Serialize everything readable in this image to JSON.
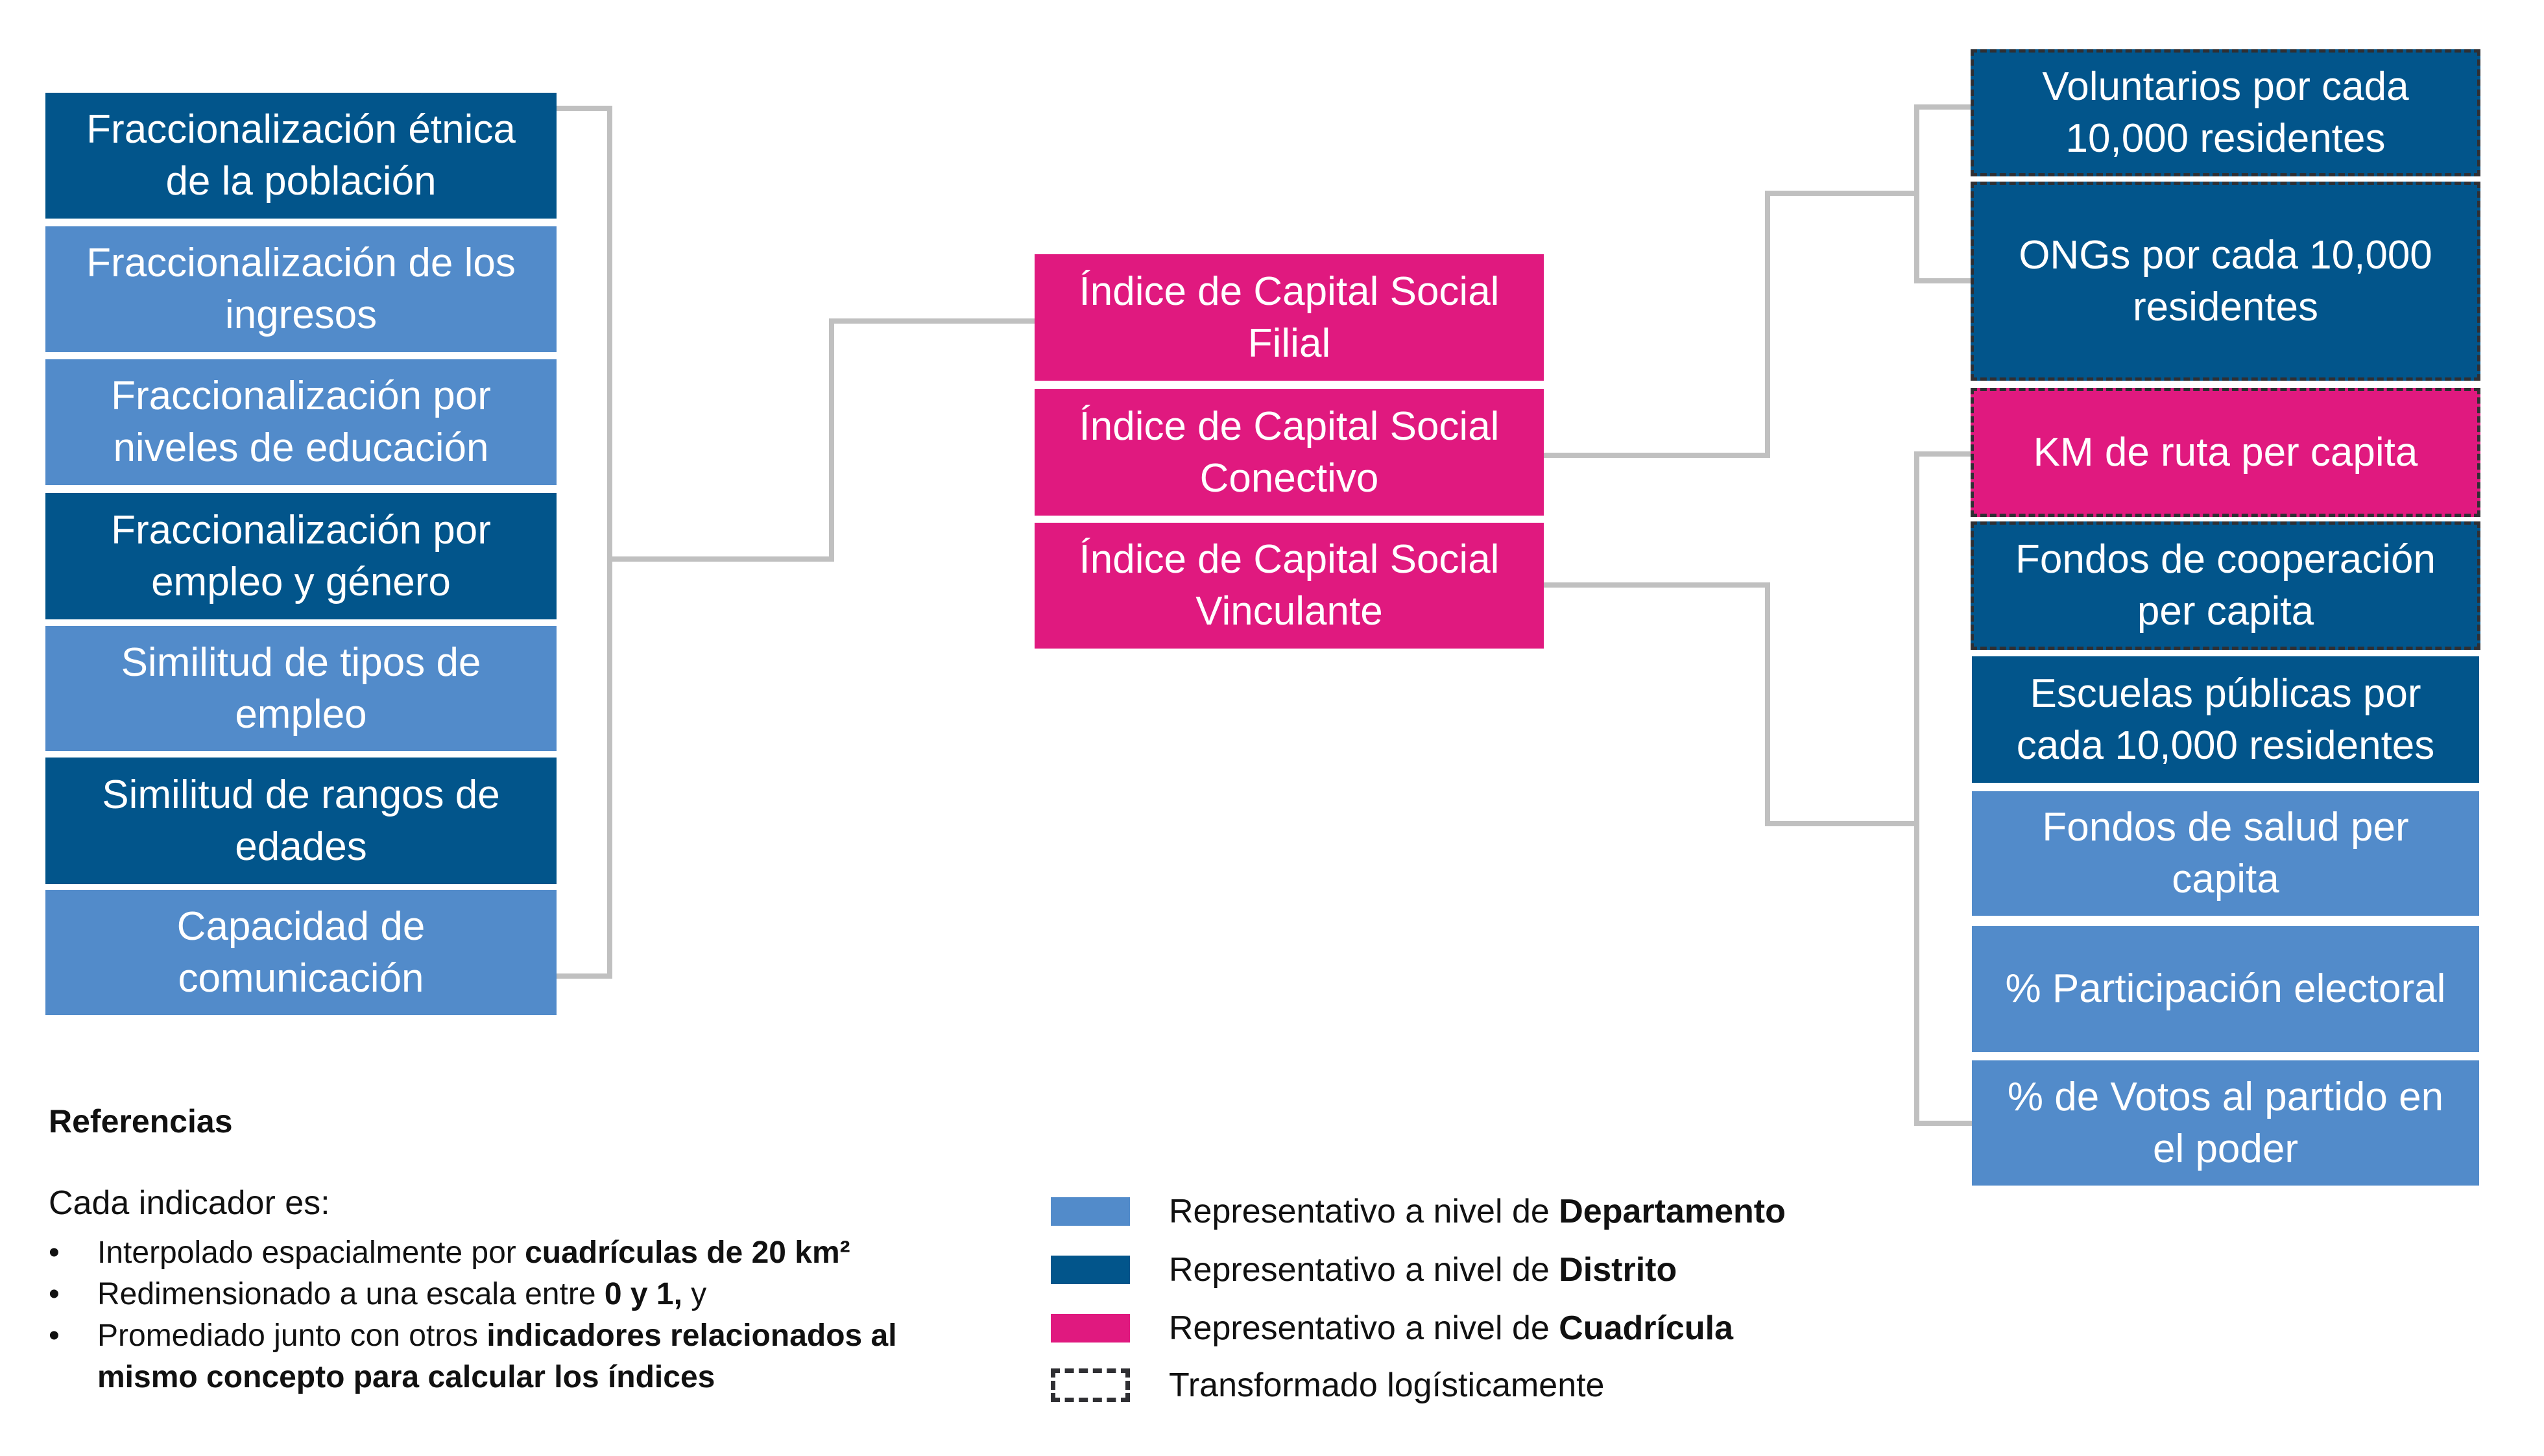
{
  "colors": {
    "departamento": "#528bca",
    "distrito": "#02558b",
    "cuadricula": "#e0197f",
    "connector": "#c0c0c0",
    "dashed_border": "#2f2f33"
  },
  "left_indicators": [
    {
      "label": "Fraccionalización étnica de la población",
      "level": "distrito",
      "dashed": false
    },
    {
      "label": "Fraccionalización de los ingresos",
      "level": "departamento",
      "dashed": false
    },
    {
      "label": "Fraccionalización por niveles de educación",
      "level": "departamento",
      "dashed": false
    },
    {
      "label": "Fraccionalización por empleo y género",
      "level": "distrito",
      "dashed": false
    },
    {
      "label": "Similitud de tipos de empleo",
      "level": "departamento",
      "dashed": false
    },
    {
      "label": "Similitud de rangos de edades",
      "level": "distrito",
      "dashed": false
    },
    {
      "label": "Capacidad de comunicación",
      "level": "departamento",
      "dashed": false
    }
  ],
  "indices": [
    {
      "label": "Índice de Capital Social Filial"
    },
    {
      "label": "Índice de Capital Social Conectivo"
    },
    {
      "label": "Índice de Capital Social Vinculante"
    }
  ],
  "right_indicators": [
    {
      "label": "Voluntarios por cada 10,000 residentes",
      "level": "distrito",
      "dashed": true
    },
    {
      "label": "ONGs por cada 10,000 residentes",
      "level": "distrito",
      "dashed": true
    },
    {
      "label": "KM de ruta per capita",
      "level": "cuadricula",
      "dashed": true
    },
    {
      "label": "Fondos de cooperación per capita",
      "level": "distrito",
      "dashed": true
    },
    {
      "label": "Escuelas públicas por cada 10,000 residentes",
      "level": "distrito",
      "dashed": false
    },
    {
      "label": "Fondos de salud per capita",
      "level": "departamento",
      "dashed": false
    },
    {
      "label": "% Participación electoral",
      "level": "departamento",
      "dashed": false
    },
    {
      "label": "% de Votos al partido en el poder",
      "level": "departamento",
      "dashed": false
    }
  ],
  "legend": {
    "title": "Referencias",
    "intro": "Cada indicador es:",
    "bullets": [
      {
        "normal": "Interpolado espacialmente por ",
        "bold": "cuadrículas de 20 km²",
        "tail": ""
      },
      {
        "normal": "Redimensionado a una escala entre ",
        "bold": "0 y 1,",
        "tail": " y"
      },
      {
        "normal": "Promediado junto con otros ",
        "bold": "indicadores relacionados al mismo concepto para calcular los índices",
        "tail": ""
      }
    ],
    "bullet_glyph": "•",
    "keys": [
      {
        "normal": "Representativo a nivel de ",
        "bold": "Departamento",
        "swatch": "departamento"
      },
      {
        "normal": "Representativo a nivel de ",
        "bold": "Distrito",
        "swatch": "distrito"
      },
      {
        "normal": "Representativo a nivel de ",
        "bold": "Cuadrícula",
        "swatch": "cuadricula"
      },
      {
        "normal": "Transformado logísticamente",
        "bold": "",
        "swatch": "dashed"
      }
    ]
  }
}
